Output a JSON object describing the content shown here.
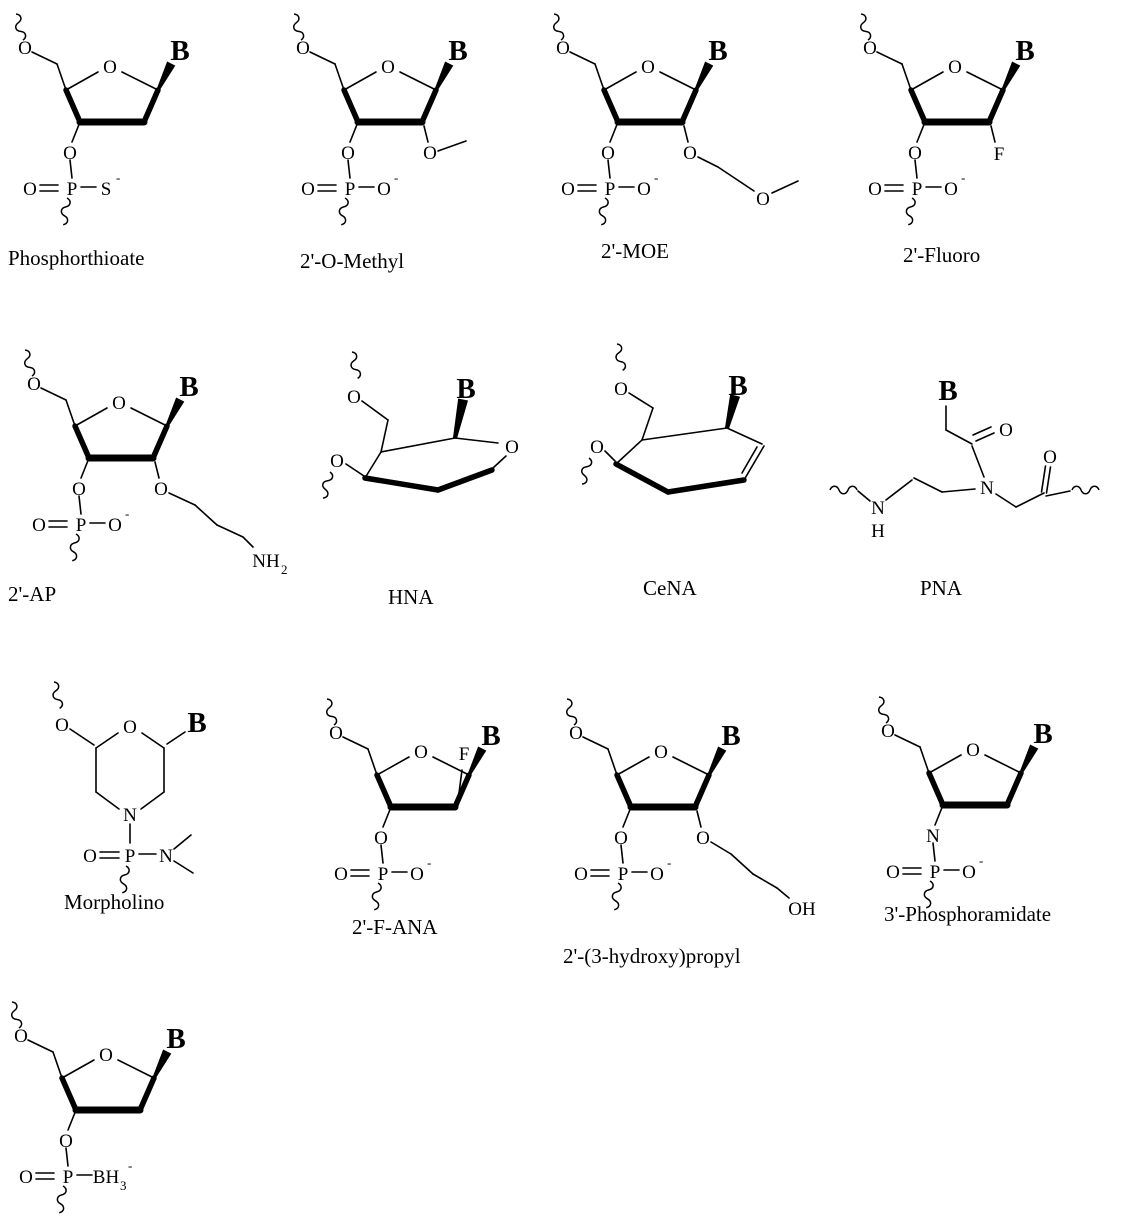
{
  "diagram": {
    "type": "chemical-structure-figure",
    "atoms": {
      "O": "O",
      "B": "B",
      "P": "P",
      "S": "S",
      "N": "N",
      "H": "H",
      "F": "F",
      "NH": "NH",
      "OH": "OH",
      "BH": "BH",
      "minus": "-",
      "two": "2",
      "three": "3"
    },
    "structures": [
      {
        "id": "phosphorothioate",
        "label": "Phosphorthioate"
      },
      {
        "id": "2-o-methyl",
        "label": "2'-O-Methyl"
      },
      {
        "id": "2-moe",
        "label": "2'-MOE"
      },
      {
        "id": "2-fluoro",
        "label": "2'-Fluoro"
      },
      {
        "id": "2-ap",
        "label": "2'-AP"
      },
      {
        "id": "hna",
        "label": "HNA"
      },
      {
        "id": "cena",
        "label": "CeNA"
      },
      {
        "id": "pna",
        "label": "PNA"
      },
      {
        "id": "morpholino",
        "label": "Morpholino"
      },
      {
        "id": "2-f-ana",
        "label": "2'-F-ANA"
      },
      {
        "id": "2-3-hydroxy-propyl",
        "label": "2'-(3-hydroxy)propyl"
      },
      {
        "id": "3-phosphoramidate",
        "label": "3'-Phosphoramidate"
      },
      {
        "id": "boranophosphate",
        "label": ""
      }
    ]
  }
}
